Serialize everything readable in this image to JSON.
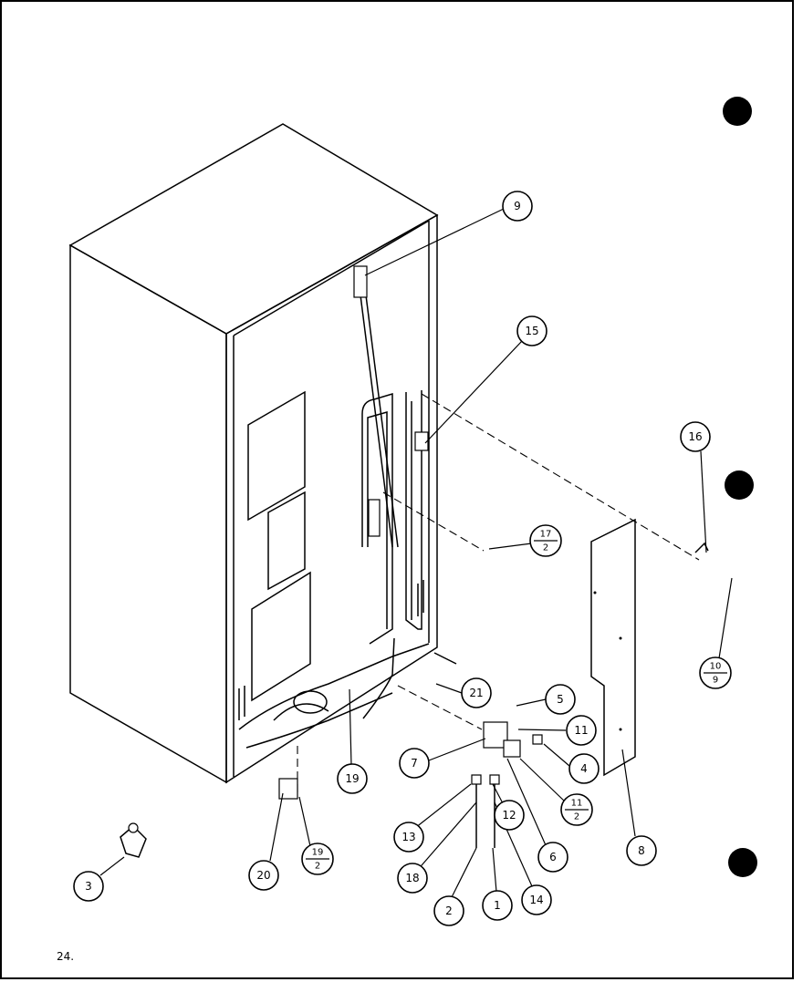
{
  "page_number": "24.",
  "callouts": {
    "c1": "1",
    "c2": "2",
    "c3": "3",
    "c4": "4",
    "c5": "5",
    "c6": "6",
    "c7": "7",
    "c8": "8",
    "c9": "9",
    "c11": "11",
    "c12": "12",
    "c13": "13",
    "c14": "14",
    "c15": "15",
    "c16": "16",
    "c18": "18",
    "c19": "19",
    "c20": "20",
    "c21": "21"
  },
  "fractions": {
    "f17": {
      "num": "17",
      "den": "2"
    },
    "f10": {
      "num": "10",
      "den": "9"
    },
    "f11": {
      "num": "11",
      "den": "2"
    },
    "f19": {
      "num": "19",
      "den": "2"
    }
  }
}
